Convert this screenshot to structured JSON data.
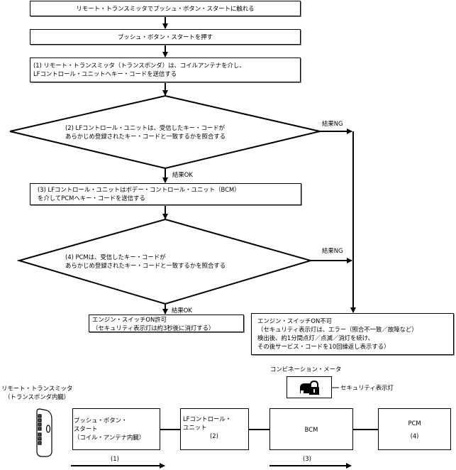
{
  "flow": {
    "step_touch": "リモート・トランスミッタでプッシュ・ボタン・スタートに触れる",
    "step_press": "プッシュ・ボタン・スタートを押す",
    "step1": [
      "(1) リモート・トランスミッタ（トランスポンダ）は、コイルアンテナを介し、",
      "LFコントロール・ユニットへキー・コードを送信する"
    ],
    "decision2": [
      "(2) LFコントロール・ユニットは、受信したキー・コードが",
      "あらかじめ登録されたキー・コードと一致するかを照合する"
    ],
    "step3": [
      "(3) LFコントロール・ユニットはボデー・コントロール・ユニット（BCM）",
      "を介してPCMへキー・コードを送信する"
    ],
    "decision4": [
      "(4) PCMは、受信したキー・コードが",
      "あらかじめ登録されたキー・コードと一致するかを照合する"
    ],
    "result_ok_label": "結果OK",
    "result_ng_label": "結果NG",
    "ok_box": [
      "エンジン・スイッチON許可",
      "（セキュリティ表示灯は約3秒後に消灯する）"
    ],
    "ng_box": [
      "エンジン・スイッチON不可",
      "（セキュリティ表示灯は、エラー（照合不一致／故障など）",
      "検出後、約1分間点灯／点滅／消灯を続け、",
      "その後サービス・コードを10回繰返し表示する）"
    ]
  },
  "components": {
    "transmitter_label": [
      "リモート・トランスミッタ",
      "（トランスポンダ内臓）"
    ],
    "push_button_box": [
      "プッシュ・ボタン・",
      "スタート",
      "（コイル・アンテナ内臓）"
    ],
    "lf_unit_box": [
      "LFコントロール・",
      "ユニット",
      "(2)"
    ],
    "bcm_box": "BCM",
    "pcm_box": [
      "PCM",
      "(4)"
    ],
    "meter_label": "コンビネーション・メータ",
    "security_lamp_label": "セキュリティ表示灯",
    "arrow1_label": "(1)",
    "arrow3_label": "(3)"
  }
}
